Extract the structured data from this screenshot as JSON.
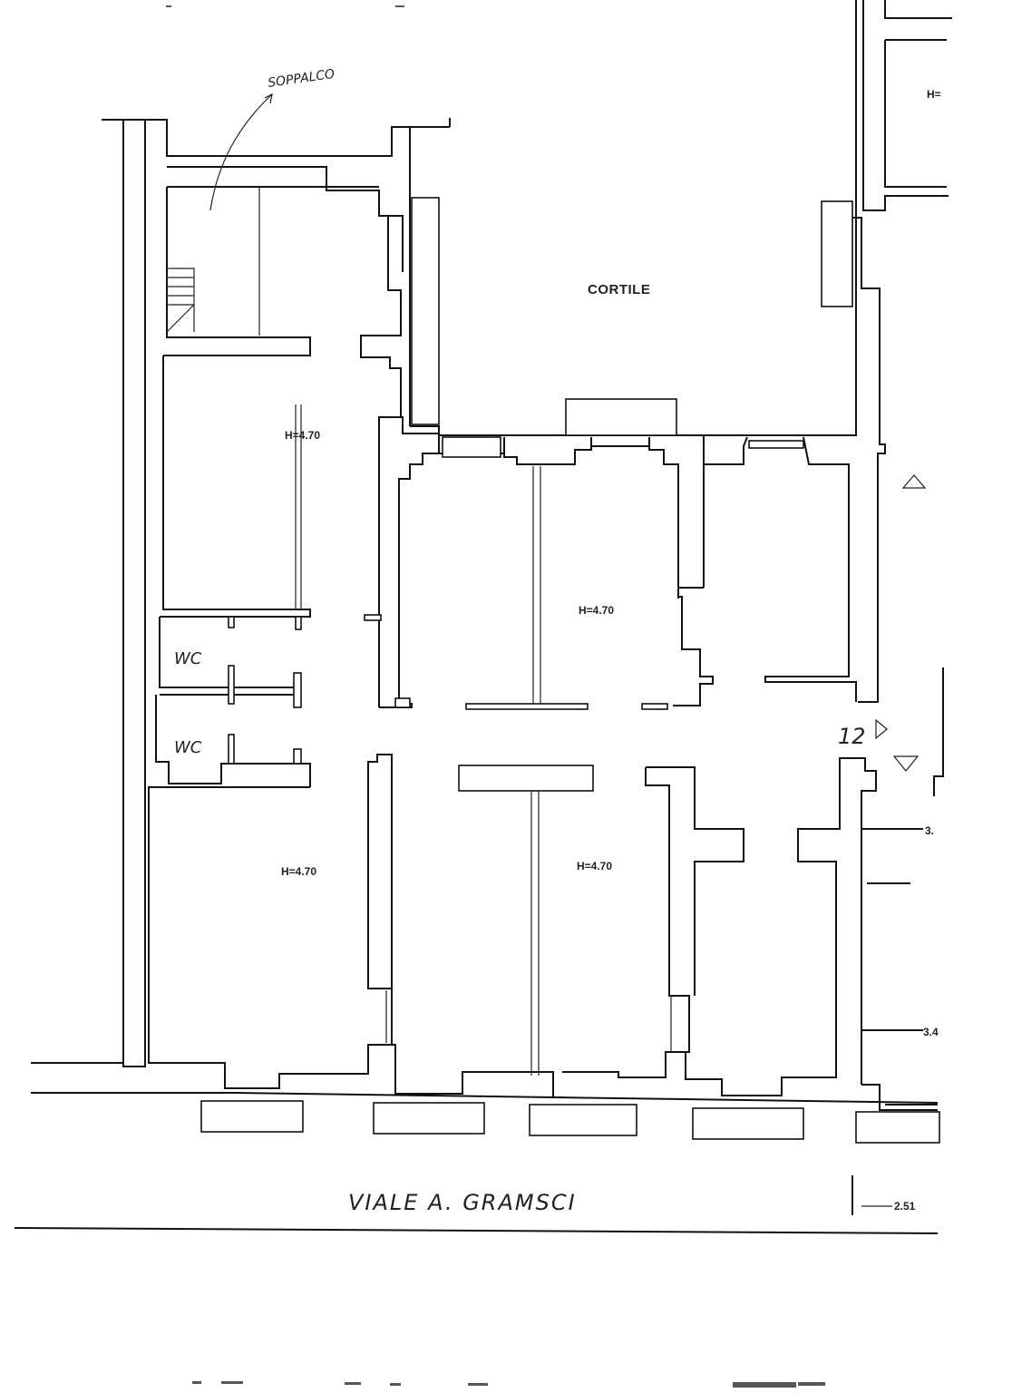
{
  "plan": {
    "street_label": "VIALE A. GRAMSCI",
    "courtyard_label": "CORTILE",
    "mezzanine_label": "SOPPALCO",
    "wc_labels": [
      "WC",
      "WC"
    ],
    "room_heights": [
      "H=4.70",
      "H=4.70",
      "H=4.70",
      "H=4.70"
    ],
    "neighbor_height_label": "H=",
    "house_number": "12",
    "dimensions": {
      "bottom_right": "2.51",
      "right_upper": "3.",
      "right_lower": "3.4"
    }
  },
  "colors": {
    "ink": "#111111",
    "paper": "#ffffff"
  }
}
